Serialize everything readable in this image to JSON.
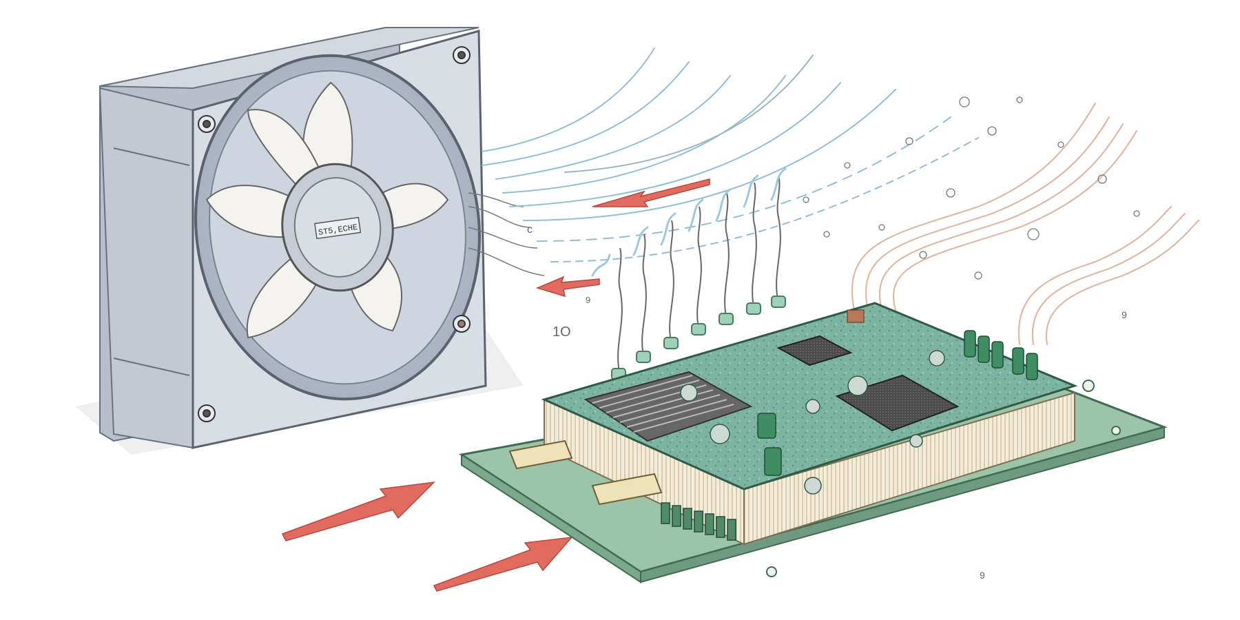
{
  "fan": {
    "hub_label": "ST5,ECHE"
  },
  "annotations": {
    "mark_c": "c",
    "mark_9_small": "9",
    "mark_10": "1O",
    "mark_9_right": "9",
    "mark_9_bottom": "9"
  },
  "colors": {
    "cool_air": "#8fbfd6",
    "warm_air": "#e2b7a3",
    "arrow_red": "#d9534f",
    "pcb_green": "#7fb5a2",
    "fan_gray": "#c9ced6"
  }
}
